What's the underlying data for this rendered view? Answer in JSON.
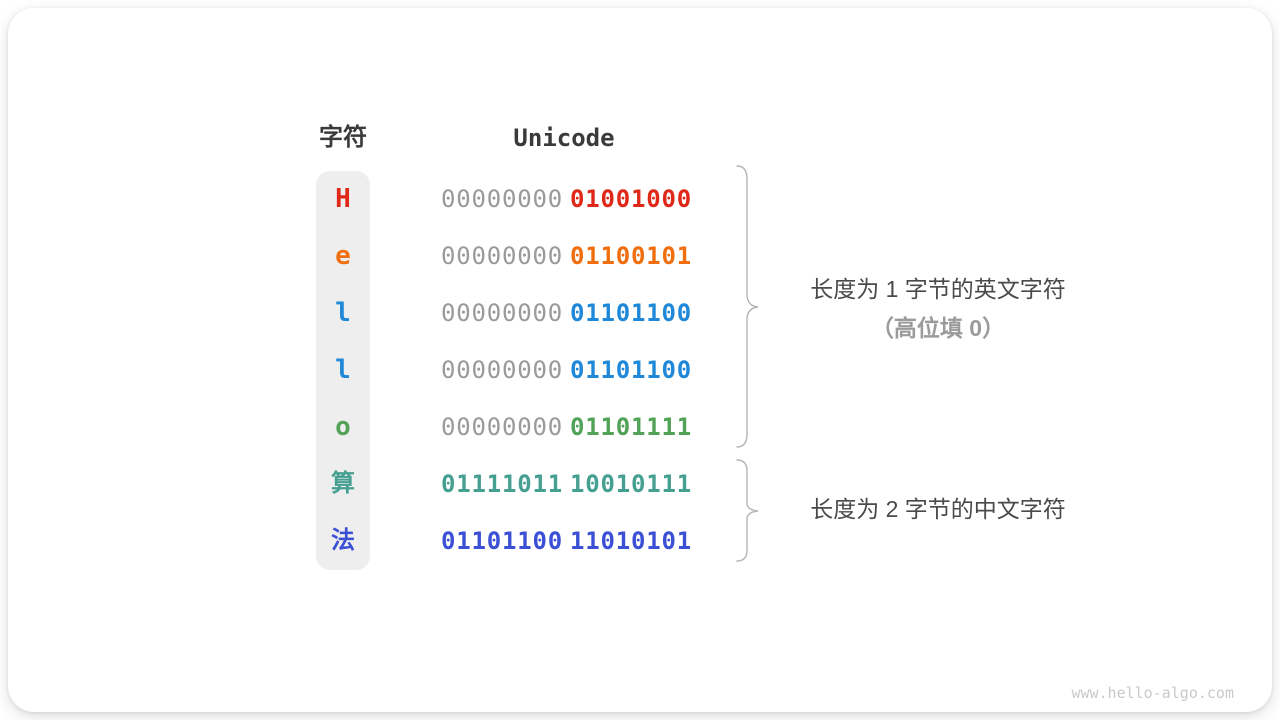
{
  "diagram": {
    "headers": {
      "char": "字符",
      "unicode": "Unicode"
    },
    "rows": [
      {
        "char": "H",
        "cjk": false,
        "byte1": "00000000",
        "byte2": "01001000",
        "color": "#e02818",
        "byte1_gray": true
      },
      {
        "char": "e",
        "cjk": false,
        "byte1": "00000000",
        "byte2": "01100101",
        "color": "#f06e0d",
        "byte1_gray": true
      },
      {
        "char": "l",
        "cjk": false,
        "byte1": "00000000",
        "byte2": "01101100",
        "color": "#1f88d8",
        "byte1_gray": true
      },
      {
        "char": "l",
        "cjk": false,
        "byte1": "00000000",
        "byte2": "01101100",
        "color": "#1f88d8",
        "byte1_gray": true
      },
      {
        "char": "o",
        "cjk": false,
        "byte1": "00000000",
        "byte2": "01101111",
        "color": "#52a258",
        "byte1_gray": true
      },
      {
        "char": "算",
        "cjk": true,
        "byte1": "01111011",
        "byte2": "10010111",
        "color": "#46a092",
        "byte1_gray": false
      },
      {
        "char": "法",
        "cjk": true,
        "byte1": "01101100",
        "byte2": "11010101",
        "color": "#3c50d6",
        "byte1_gray": false
      }
    ],
    "annotations": [
      {
        "line1": "长度为 1 字节的英文字符",
        "line2": "（高位填 0）"
      },
      {
        "line1": "长度为 2 字节的中文字符",
        "line2": ""
      }
    ],
    "colors": {
      "gray_byte": "#9a9a9a",
      "header_text": "#3a3a3a",
      "annotation_text": "#4a4a4a",
      "annotation_sub_text": "#9b9b9b",
      "pill_background": "#eeeeee",
      "brace_stroke": "#b5b5b5",
      "watermark_text": "#c9c9c9"
    },
    "watermark": "www.hello-algo.com"
  }
}
